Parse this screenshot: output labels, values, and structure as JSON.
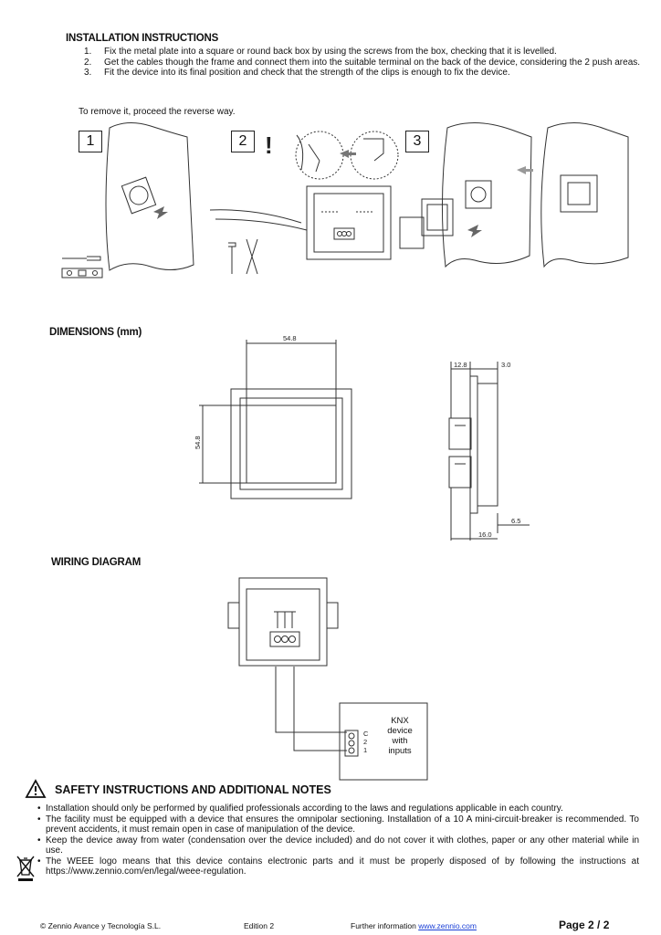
{
  "installation": {
    "heading": "INSTALLATION INSTRUCTIONS",
    "steps": [
      {
        "num": "1.",
        "text": "Fix the metal plate into a square or round back box by using the screws from the box, checking that it is levelled."
      },
      {
        "num": "2.",
        "text": "Get the cables though the frame and connect them into the suitable terminal on the back of the device, considering the 2 push areas."
      },
      {
        "num": "3.",
        "text": "Fit the device into its final position and check that the strength of the clips is enough to fix the device."
      }
    ],
    "remove_note": "To remove it, proceed the reverse way.",
    "figure_labels": [
      "1",
      "2",
      "3"
    ]
  },
  "dimensions": {
    "heading": "DIMENSIONS (mm)",
    "front_width": "54.8",
    "front_height": "54.8",
    "side_top_left": "12.8",
    "side_top_right": "3.0",
    "side_bottom_right": "6.5",
    "side_bottom_total": "16.0"
  },
  "wiring": {
    "heading": "WIRING DIAGRAM",
    "knx_lines": [
      "KNX",
      "device",
      "with",
      "inputs"
    ],
    "terminal_labels": [
      "C",
      "2",
      "1"
    ]
  },
  "safety": {
    "heading": "SAFETY INSTRUCTIONS AND ADDITIONAL NOTES",
    "notes": [
      "Installation should only be performed by qualified professionals according to the laws and regulations applicable in each country.",
      "The facility must be equipped with a device that ensures the omnipolar sectioning. Installation of a 10 A mini-circuit-breaker is recommended. To prevent accidents, it must remain open in case of manipulation of the device.",
      "Keep the device away from water (condensation over the device included) and do not cover it with clothes, paper or any other material while in use.",
      "The WEEE logo means that this device contains electronic parts and it must be properly disposed of by following the instructions at https://www.zennio.com/en/legal/weee-regulation."
    ]
  },
  "footer": {
    "company": "© Zennio Avance y Tecnología S.L.",
    "edition": "Edition 2",
    "further_prefix": "Further information",
    "link": "www.zennio.com",
    "page": "Page 2 / 2"
  }
}
